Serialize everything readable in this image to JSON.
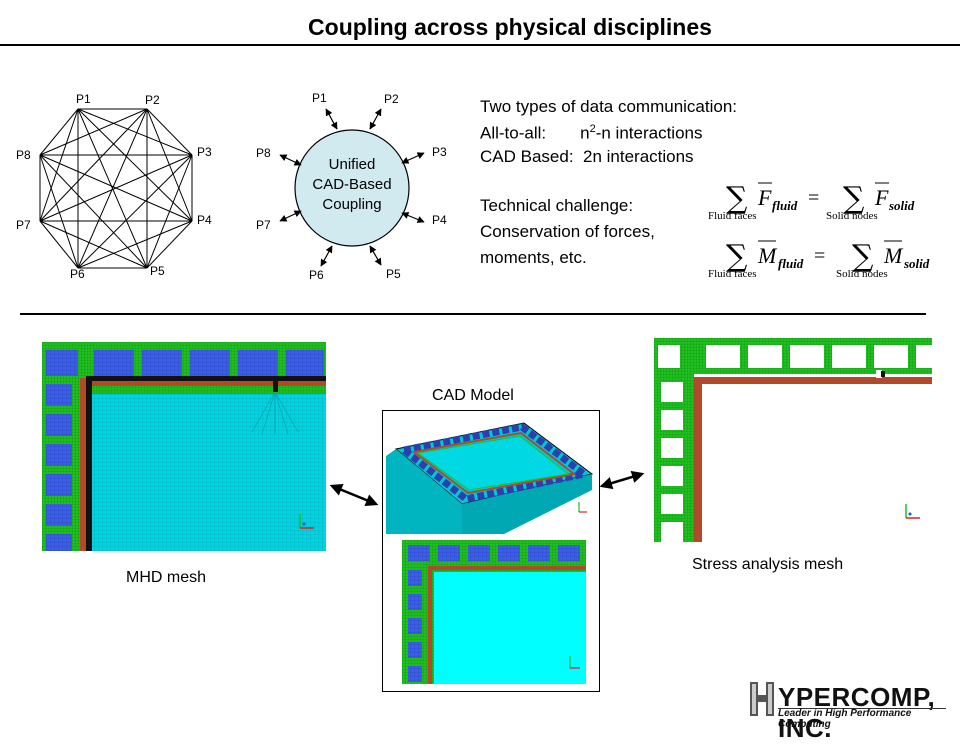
{
  "title": "Coupling across physical disciplines",
  "processors": [
    "P1",
    "P2",
    "P3",
    "P4",
    "P5",
    "P6",
    "P7",
    "P8"
  ],
  "unified_label": [
    "Unified",
    "CAD-Based",
    "Coupling"
  ],
  "communication": {
    "heading": "Two types of data communication:",
    "all_to_all_label": "All-to-all:",
    "all_to_all_value": "n",
    "all_to_all_sup": "2",
    "all_to_all_rest": "-n interactions",
    "cad_based": "CAD Based:  2n interactions"
  },
  "challenge": {
    "heading": "Technical challenge:",
    "line1": "Conservation of forces,",
    "line2": "moments, etc."
  },
  "equations": {
    "force_left": "F",
    "force_left_sub": "fluid",
    "force_right": "F",
    "force_right_sub": "solid",
    "moment_left": "M",
    "moment_left_sub": "fluid",
    "moment_right": "M",
    "moment_right_sub": "solid",
    "under_left": "Fluid faces",
    "under_right": "Solid nodes",
    "equals": "="
  },
  "mesh_labels": {
    "cad_model": "CAD Model",
    "mhd_mesh": "MHD mesh",
    "stress_mesh": "Stress analysis mesh"
  },
  "logo": {
    "letter": "H",
    "word": "YPERCOMP, INC.",
    "tagline": "Leader in High Performance Computing"
  },
  "colors": {
    "blue_cell": "#3a5ee8",
    "green_frame": "#1fbf1f",
    "cyan_fluid": "#00d4e0",
    "brown_wall": "#b04a2a",
    "bubble": "#d0eaf0"
  }
}
